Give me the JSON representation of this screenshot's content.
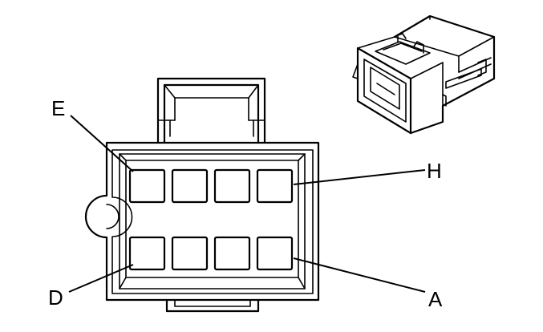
{
  "labels": {
    "top_left": "E",
    "top_right": "H",
    "bottom_left": "D",
    "bottom_right": "A"
  },
  "cavity_rows": 2,
  "cavities_per_row": 4,
  "colors": {
    "line": "#000000",
    "background": "#ffffff"
  }
}
